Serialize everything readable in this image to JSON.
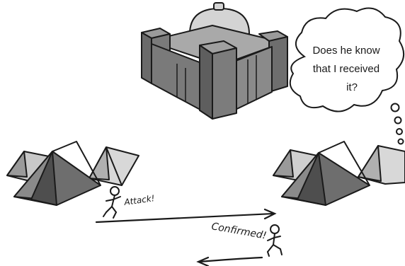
{
  "thought_bubble": {
    "line1": "Does he know",
    "line2": "that I received",
    "line3": "it?"
  },
  "messenger_attack": {
    "label": "Attack!"
  },
  "messenger_confirm": {
    "label": "Confirmed!"
  },
  "colors": {
    "ink": "#1a1a1a",
    "tent_dark": "#6e6e6e",
    "tent_light": "#c8c8c8",
    "fortress_wall": "#7a7a7a",
    "fortress_top": "#a9a9a9",
    "dome": "#d4d4d4"
  }
}
